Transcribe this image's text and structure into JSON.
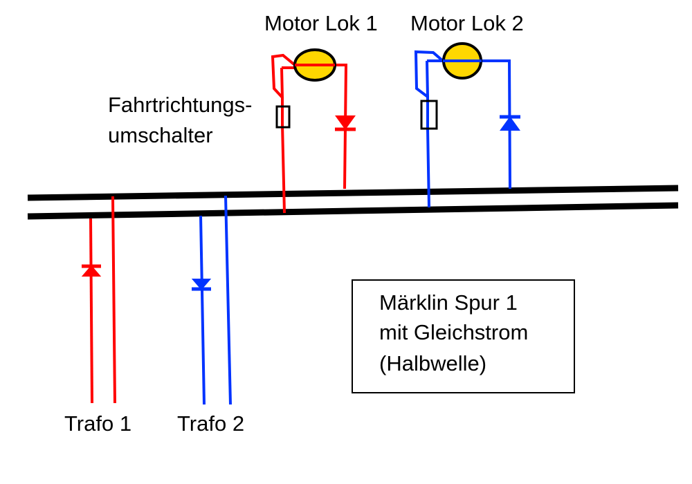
{
  "labels": {
    "motor1": "Motor Lok 1",
    "motor2": "Motor Lok 2",
    "switch_line1": "Fahrtrichtungs-",
    "switch_line2": "umschalter",
    "trafo1": "Trafo 1",
    "trafo2": "Trafo 2"
  },
  "info_box": {
    "line1": "Märklin Spur 1",
    "line2": "mit Gleichstrom",
    "line3": "(Halbwelle)"
  },
  "colors": {
    "rail": "#000000",
    "circuit1": "#ff0000",
    "circuit2": "#0033ff",
    "motor_fill": "#ffd700",
    "motor_stroke": "#000000"
  }
}
